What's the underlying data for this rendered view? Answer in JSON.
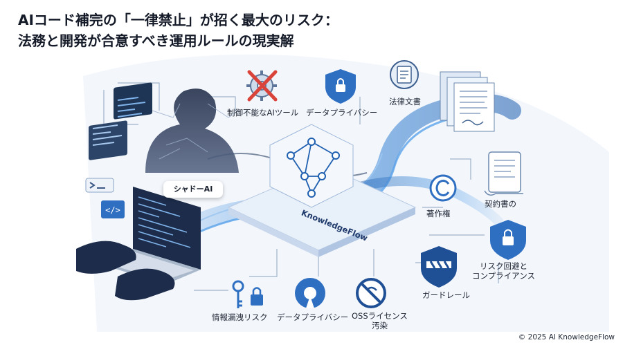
{
  "title": {
    "line1": "AIコード補完の「一律禁止」が招く最大のリスク：",
    "line2": "法務と開発が合意すべき運用ルールの現実解"
  },
  "labels": {
    "uncontrolled_ai_tools": "制御不能なAIツール",
    "data_privacy_top": "データプライバシー",
    "legal_documents": "法律文書",
    "shadow_ai": "シャドーAI",
    "platform": "KnowledgeFlow",
    "copyright": "著作権",
    "contracts": "契約書の",
    "risk_avoidance_line1": "リスク回避と",
    "risk_avoidance_line2": "コンプライアンス",
    "guardrail": "ガードレール",
    "info_leak_risk": "情報漏洩リスク",
    "data_privacy_bottom": "データプライバシー",
    "oss_license_line1": "OSSライセンス",
    "oss_license_line2": "汚染"
  },
  "footer": {
    "copyright": "© 2025 AI KnowledgeFlow"
  },
  "colors": {
    "primary": "#1f5fb0",
    "dark_navy": "#1c2c4a",
    "light_blue": "#dce8f7",
    "accent_red": "#d9433a",
    "stream": "#3f8fe0"
  }
}
